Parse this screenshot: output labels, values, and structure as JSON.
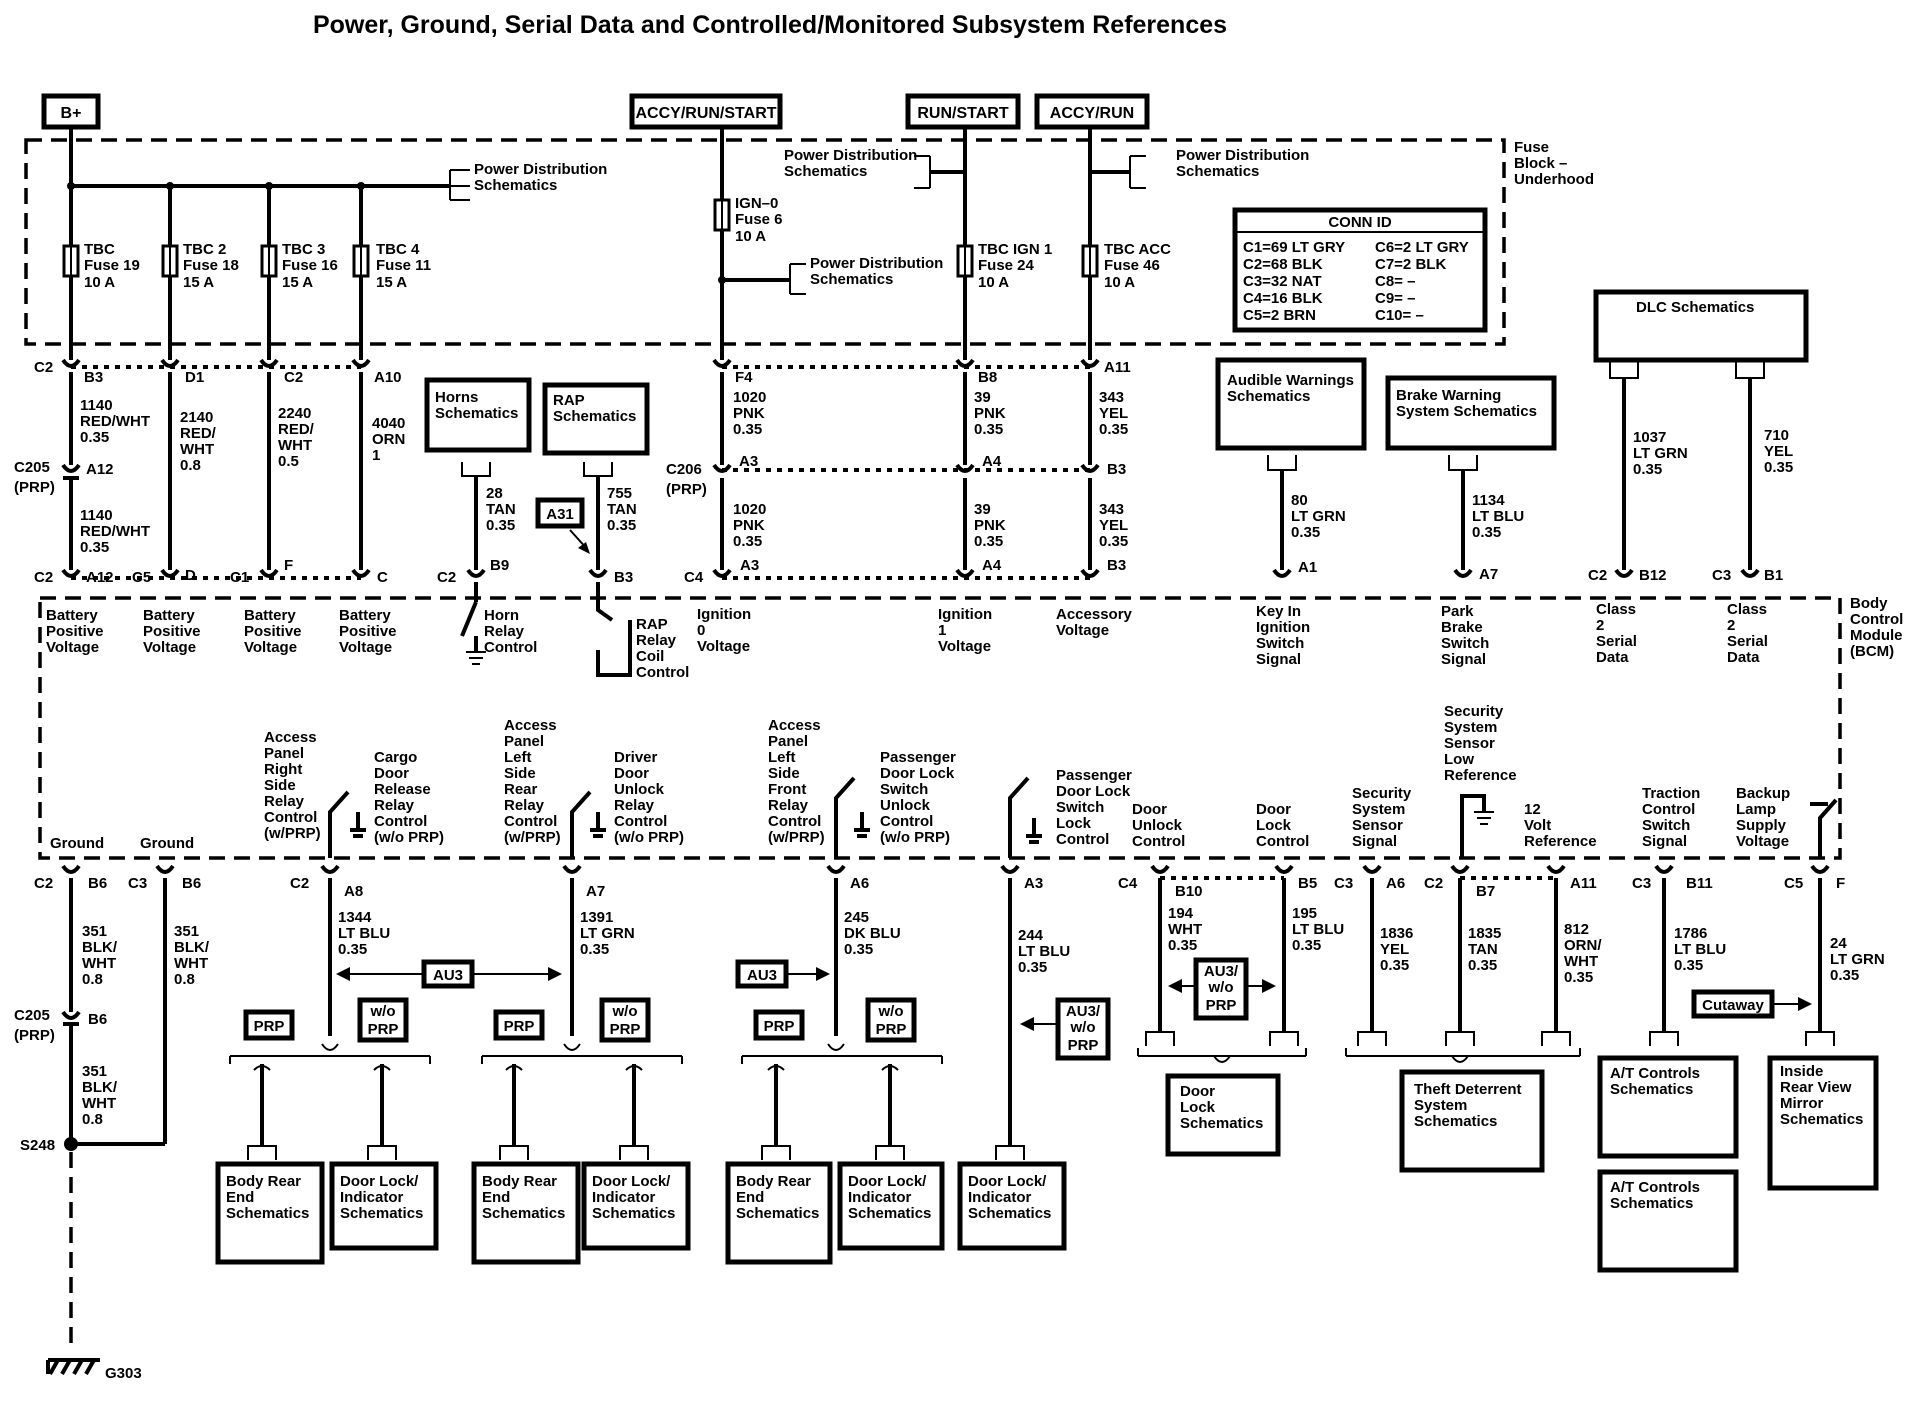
{
  "title": "Power, Ground, Serial Data and Controlled/Monitored  Subsystem References",
  "power_sources": [
    "B+",
    "ACCY/RUN/START",
    "RUN/START",
    "ACCY/RUN"
  ],
  "fuse_block": {
    "l1": "Fuse",
    "l2": "Block –",
    "l3": "Underhood"
  },
  "bcm": {
    "l1": "Body",
    "l2": "Control",
    "l3": "Module",
    "l4": "(BCM)"
  },
  "pds": {
    "l1": "Power Distribution",
    "l2": "Schematics"
  },
  "fuses": [
    {
      "name": "TBC",
      "fuse": "Fuse 19",
      "amps": "10 A"
    },
    {
      "name": "TBC 2",
      "fuse": "Fuse 18",
      "amps": "15 A"
    },
    {
      "name": "TBC 3",
      "fuse": "Fuse 16",
      "amps": "15 A"
    },
    {
      "name": "TBC 4",
      "fuse": "Fuse 11",
      "amps": "15 A"
    },
    {
      "name": "IGN–0",
      "fuse": "Fuse 6",
      "amps": "10 A"
    },
    {
      "name": "TBC IGN 1",
      "fuse": "Fuse 24",
      "amps": "10 A"
    },
    {
      "name": "TBC ACC",
      "fuse": "Fuse 46",
      "amps": "10 A"
    }
  ],
  "conn_id": {
    "title": "CONN ID",
    "left": [
      "C1=69 LT GRY",
      "C2=68 BLK",
      "C3=32 NAT",
      "C4=16 BLK",
      "C5=2 BRN"
    ],
    "right": [
      "C6=2 LT GRY",
      "C7=2 BLK",
      "C8= –",
      "C9= –",
      "C10= –"
    ]
  },
  "labels": {
    "c2": "C2",
    "c3": "C3",
    "c4": "C4",
    "c5": "C5",
    "c1": "C1",
    "b3": "B3",
    "d1": "D1",
    "c2pin": "C2",
    "a10": "A10",
    "f4": "F4",
    "b8": "B8",
    "a11": "A11",
    "c205": "C205",
    "prp": "(PRP)",
    "c206": "C206",
    "a12": "A12",
    "a3": "A3",
    "a4": "A4",
    "b3b": "B3",
    "d": "D",
    "f": "F",
    "c": "C",
    "b9": "B9",
    "a31": "A31",
    "a1": "A1",
    "a7": "A7",
    "b12": "B12",
    "b1": "B1",
    "b6": "B6",
    "a8": "A8",
    "a6": "A6",
    "b10": "B10",
    "b5": "B5",
    "b7": "B7",
    "b11": "B11",
    "s248": "S248",
    "g303": "G303"
  },
  "wires": {
    "w1140": [
      "1140",
      "RED/WHT",
      "0.35"
    ],
    "w2140": [
      "2140",
      "RED/",
      "WHT",
      "0.8"
    ],
    "w2240": [
      "2240",
      "RED/",
      "WHT",
      "0.5"
    ],
    "w4040": [
      "4040",
      "ORN",
      "1"
    ],
    "w1020": [
      "1020",
      "PNK",
      "0.35"
    ],
    "w39": [
      "39",
      "PNK",
      "0.35"
    ],
    "w343": [
      "343",
      "YEL",
      "0.35"
    ],
    "w28": [
      "28",
      "TAN",
      "0.35"
    ],
    "w755": [
      "755",
      "TAN",
      "0.35"
    ],
    "w80": [
      "80",
      "LT GRN",
      "0.35"
    ],
    "w1134": [
      "1134",
      "LT BLU",
      "0.35"
    ],
    "w1037": [
      "1037",
      "LT GRN",
      "0.35"
    ],
    "w710": [
      "710",
      "YEL",
      "0.35"
    ],
    "w351": [
      "351",
      "BLK/",
      "WHT",
      "0.8"
    ],
    "w1344": [
      "1344",
      "LT BLU",
      "0.35"
    ],
    "w1391": [
      "1391",
      "LT GRN",
      "0.35"
    ],
    "w245": [
      "245",
      "DK BLU",
      "0.35"
    ],
    "w244": [
      "244",
      "LT BLU",
      "0.35"
    ],
    "w194": [
      "194",
      "WHT",
      "0.35"
    ],
    "w195": [
      "195",
      "LT BLU",
      "0.35"
    ],
    "w1836": [
      "1836",
      "YEL",
      "0.35"
    ],
    "w1835": [
      "1835",
      "TAN",
      "0.35"
    ],
    "w812": [
      "812",
      "ORN/",
      "WHT",
      "0.35"
    ],
    "w1786": [
      "1786",
      "LT BLU",
      "0.35"
    ],
    "w24": [
      "24",
      "LT GRN",
      "0.35"
    ]
  },
  "functions": {
    "batt": [
      "Battery",
      "Positive",
      "Voltage"
    ],
    "horn": [
      "Horn",
      "Relay",
      "Control"
    ],
    "rap": [
      "RAP",
      "Relay",
      "Coil",
      "Control"
    ],
    "ign0": [
      "Ignition",
      "0",
      "Voltage"
    ],
    "ign1": [
      "Ignition",
      "1",
      "Voltage"
    ],
    "acc": [
      "Accessory",
      "Voltage"
    ],
    "keyin": [
      "Key In",
      "Ignition",
      "Switch",
      "Signal"
    ],
    "park": [
      "Park",
      "Brake",
      "Switch",
      "Signal"
    ],
    "class2": [
      "Class",
      "2",
      "Serial",
      "Data"
    ],
    "ground": "Ground",
    "apr": [
      "Access",
      "Panel",
      "Right",
      "Side",
      "Relay",
      "Control",
      "(w/PRP)"
    ],
    "cargo": [
      "Cargo",
      "Door",
      "Release",
      "Relay",
      "Control",
      "(w/o PRP)"
    ],
    "aplr": [
      "Access",
      "Panel",
      "Left",
      "Side",
      "Rear",
      "Relay",
      "Control",
      "(w/PRP)"
    ],
    "driver": [
      "Driver",
      "Door",
      "Unlock",
      "Relay",
      "Control",
      "(w/o PRP)"
    ],
    "aplf": [
      "Access",
      "Panel",
      "Left",
      "Side",
      "Front",
      "Relay",
      "Control",
      "(w/PRP)"
    ],
    "passunlock": [
      "Passenger",
      "Door Lock",
      "Switch",
      "Unlock",
      "Control",
      "(w/o PRP)"
    ],
    "passlock": [
      "Passenger",
      "Door Lock",
      "Switch",
      "Lock",
      "Control"
    ],
    "dunlock": [
      "Door",
      "Unlock",
      "Control"
    ],
    "dlock": [
      "Door",
      "Lock",
      "Control"
    ],
    "secsig": [
      "Security",
      "System",
      "Sensor",
      "Signal"
    ],
    "seclow": [
      "Security",
      "System",
      "Sensor",
      "Low",
      "Reference"
    ],
    "volt12": [
      "12",
      "Volt",
      "Reference"
    ],
    "traction": [
      "Traction",
      "Control",
      "Switch",
      "Signal"
    ],
    "backup": [
      "Backup",
      "Lamp",
      "Supply",
      "Voltage"
    ]
  },
  "refs": {
    "horns": [
      "Horns",
      "Schematics"
    ],
    "rap": [
      "RAP",
      "Schematics"
    ],
    "audible": [
      "Audible Warnings",
      "Schematics"
    ],
    "brake": [
      "Brake Warning",
      "System Schematics"
    ],
    "dlc": "DLC Schematics",
    "bodyrear": [
      "Body Rear",
      "End",
      "Schematics"
    ],
    "doorlockind": [
      "Door Lock/",
      "Indicator",
      "Schematics"
    ],
    "doorlock": [
      "Door",
      "Lock",
      "Schematics"
    ],
    "theft": [
      "Theft Deterrent",
      "System",
      "Schematics"
    ],
    "at": [
      "A/T Controls",
      "Schematics"
    ],
    "mirror": [
      "Inside",
      "Rear View",
      "Mirror",
      "Schematics"
    ]
  },
  "options": {
    "prp": "PRP",
    "wo": "w/o",
    "au3": "AU3",
    "au3wo": "AU3/",
    "cutaway": "Cutaway"
  }
}
